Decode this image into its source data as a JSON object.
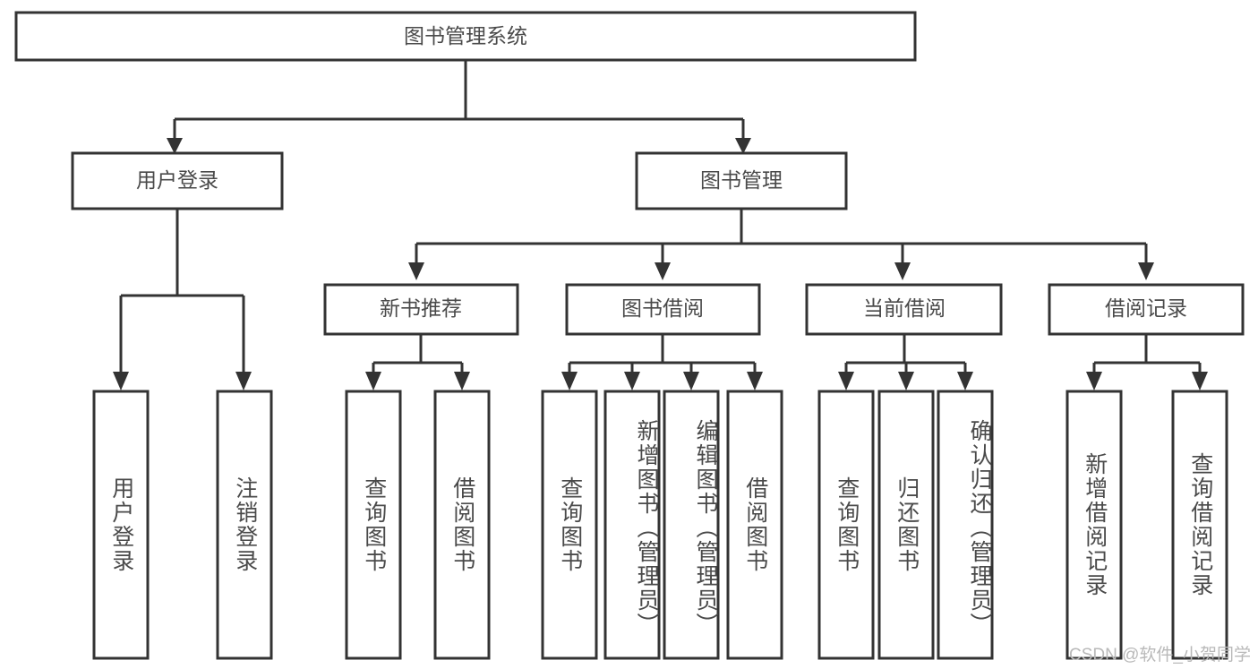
{
  "diagram": {
    "title": "图书管理系统",
    "type": "tree-hierarchy-diagram",
    "colors": {
      "box_stroke": "#333333",
      "box_fill": "#ffffff",
      "text": "#4a4a4a",
      "connector": "#333333",
      "watermark": "#b9b9b9",
      "background": "#ffffff"
    },
    "root": {
      "label": "图书管理系统"
    },
    "level2": [
      {
        "label": "用户登录"
      },
      {
        "label": "图书管理"
      }
    ],
    "level3": [
      {
        "label": "新书推荐"
      },
      {
        "label": "图书借阅"
      },
      {
        "label": "当前借阅"
      },
      {
        "label": "借阅记录"
      }
    ],
    "leaves": {
      "user_login": [
        {
          "label": "用户登录"
        },
        {
          "label": "注销登录"
        }
      ],
      "new_book_recommend": [
        {
          "label": "查询图书"
        },
        {
          "label": "借阅图书"
        }
      ],
      "book_borrow": [
        {
          "label": "查询图书"
        },
        {
          "label": "新增图书（管理员）"
        },
        {
          "label": "编辑图书（管理员）"
        },
        {
          "label": "借阅图书"
        }
      ],
      "current_borrow": [
        {
          "label": "查询图书"
        },
        {
          "label": "归还图书"
        },
        {
          "label": "确认归还（管理员）"
        }
      ],
      "borrow_record": [
        {
          "label": "新增借阅记录"
        },
        {
          "label": "查询借阅记录"
        }
      ]
    }
  },
  "watermark": {
    "text": "CSDN @软件_小贺同学"
  }
}
